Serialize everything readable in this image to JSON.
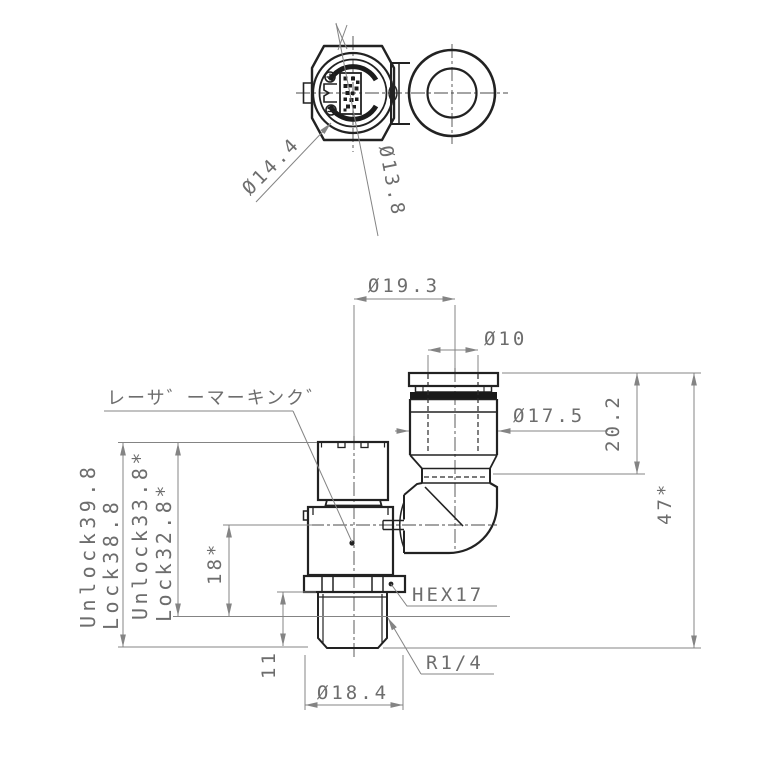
{
  "title": "pneumatic elbow fitting technical drawing",
  "colors": {
    "part_line": "#222222",
    "dimension_line": "#848484",
    "text": "#6d6d6d",
    "seal_band": "#1a1a1a"
  },
  "top_view": {
    "knob_diameter": "Ø14.4",
    "port_diameter": "Ø13.8"
  },
  "front_view": {
    "body_pitch_diameter": "Ø19.3",
    "tube_bore_diameter": "Ø10",
    "fitting_outer_diameter": "Ø17.5",
    "fitting_height": "20.2",
    "overall_height": "47*",
    "port_center_height": "18*",
    "thread_length": "11",
    "thread_major_diameter": "Ø18.4",
    "hex_label": "HEX17",
    "thread_spec": "R1/4",
    "laser_marking_note": "レーサ゛ーマーキンク゛",
    "height_unlock_full": "Unlock39.8",
    "height_lock_full": "Lock38.8",
    "height_unlock_mid": "Unlock33.8*",
    "height_lock_mid": "Lock32.8*"
  }
}
